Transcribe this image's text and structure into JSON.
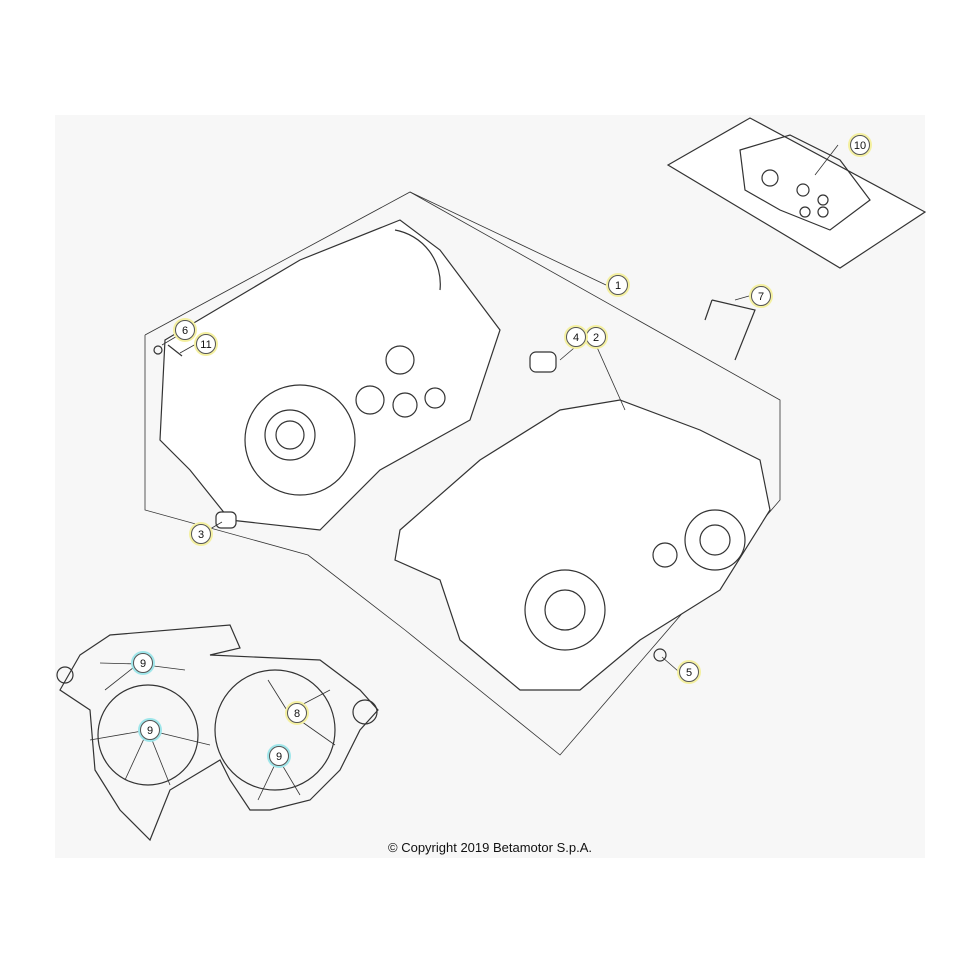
{
  "diagram": {
    "title": "Crankcase exploded view",
    "callouts": [
      {
        "id": "1",
        "label": "1",
        "tone": "yellow"
      },
      {
        "id": "2",
        "label": "2",
        "tone": "yellow"
      },
      {
        "id": "3",
        "label": "3",
        "tone": "yellow"
      },
      {
        "id": "4",
        "label": "4",
        "tone": "yellow"
      },
      {
        "id": "5",
        "label": "5",
        "tone": "yellow"
      },
      {
        "id": "6",
        "label": "6",
        "tone": "yellow"
      },
      {
        "id": "7",
        "label": "7",
        "tone": "yellow"
      },
      {
        "id": "8",
        "label": "8",
        "tone": "yellow"
      },
      {
        "id": "9a",
        "label": "9",
        "tone": "cyan"
      },
      {
        "id": "9b",
        "label": "9",
        "tone": "cyan"
      },
      {
        "id": "9c",
        "label": "9",
        "tone": "cyan"
      },
      {
        "id": "10",
        "label": "10",
        "tone": "yellow"
      },
      {
        "id": "11",
        "label": "11",
        "tone": "yellow"
      }
    ],
    "colors": {
      "yellow": "#f4f0a0",
      "cyan": "#9fe6ea",
      "line": "#333333"
    }
  },
  "footer": {
    "copyright": "© Copyright 2019 Betamotor S.p.A."
  }
}
